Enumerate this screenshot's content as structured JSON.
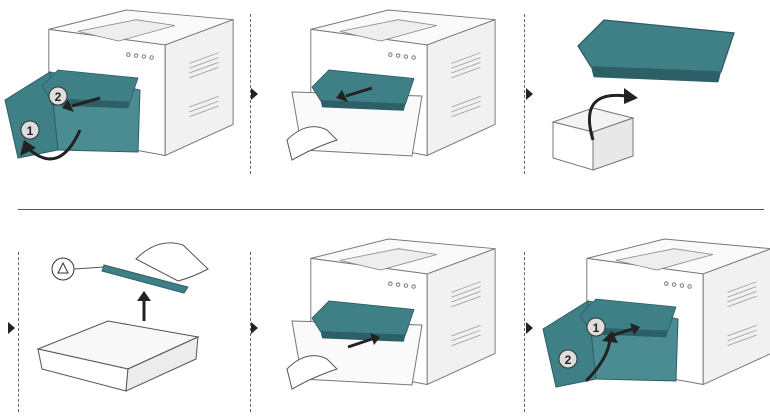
{
  "steps": [
    {
      "id": 1,
      "callouts": [
        "1",
        "2"
      ],
      "action": "open-front-cover-remove-cartridge"
    },
    {
      "id": 2,
      "callouts": [],
      "action": "remove-imaging-unit"
    },
    {
      "id": 3,
      "callouts": [],
      "action": "unpack-new-imaging-unit"
    },
    {
      "id": 4,
      "callouts": [],
      "action": "remove-protective-part"
    },
    {
      "id": 5,
      "callouts": [],
      "action": "insert-imaging-unit"
    },
    {
      "id": 6,
      "callouts": [
        "1",
        "2"
      ],
      "action": "insert-cartridge-close-cover"
    }
  ],
  "colors": {
    "accent": "#3f7f86",
    "accent_dark": "#2d5f66",
    "line": "#555555",
    "separator": "#666666"
  },
  "icons": [
    "printer-icon",
    "imaging-unit-icon",
    "hand-icon",
    "box-icon",
    "curved-arrow-icon",
    "step-arrow-icon",
    "recycle-icon"
  ]
}
